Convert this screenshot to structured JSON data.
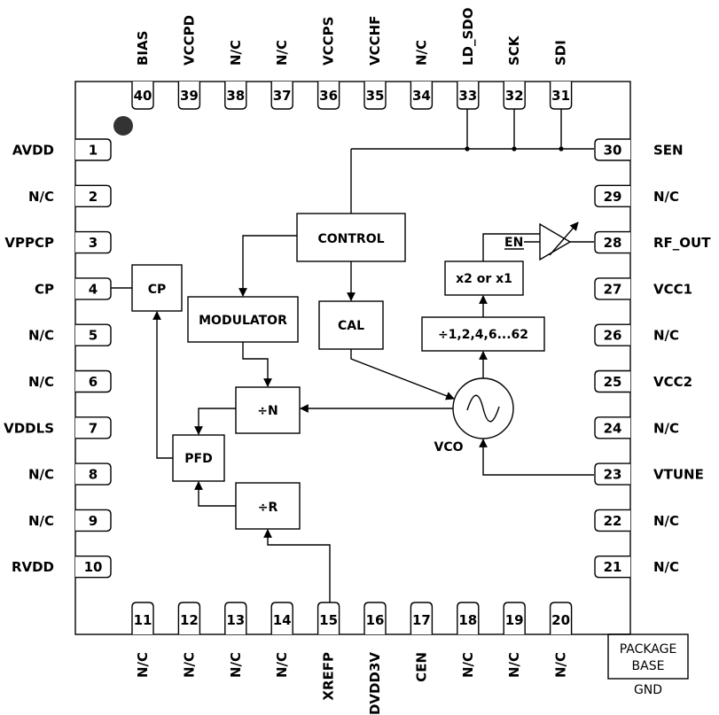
{
  "colors": {
    "line": "#000000",
    "background": "#ffffff",
    "pin1_dot": "#333333"
  },
  "pins": {
    "left": [
      {
        "num": "1",
        "label": "AVDD"
      },
      {
        "num": "2",
        "label": "N/C"
      },
      {
        "num": "3",
        "label": "VPPCP"
      },
      {
        "num": "4",
        "label": "CP"
      },
      {
        "num": "5",
        "label": "N/C"
      },
      {
        "num": "6",
        "label": "N/C"
      },
      {
        "num": "7",
        "label": "VDDLS"
      },
      {
        "num": "8",
        "label": "N/C"
      },
      {
        "num": "9",
        "label": "N/C"
      },
      {
        "num": "10",
        "label": "RVDD"
      }
    ],
    "bottom": [
      {
        "num": "11",
        "label": "N/C"
      },
      {
        "num": "12",
        "label": "N/C"
      },
      {
        "num": "13",
        "label": "N/C"
      },
      {
        "num": "14",
        "label": "N/C"
      },
      {
        "num": "15",
        "label": "XREFP"
      },
      {
        "num": "16",
        "label": "DVDD3V"
      },
      {
        "num": "17",
        "label": "CEN"
      },
      {
        "num": "18",
        "label": "N/C"
      },
      {
        "num": "19",
        "label": "N/C"
      },
      {
        "num": "20",
        "label": "N/C"
      }
    ],
    "right": [
      {
        "num": "30",
        "label": "SEN"
      },
      {
        "num": "29",
        "label": "N/C"
      },
      {
        "num": "28",
        "label": "RF_OUT"
      },
      {
        "num": "27",
        "label": "VCC1"
      },
      {
        "num": "26",
        "label": "N/C"
      },
      {
        "num": "25",
        "label": "VCC2"
      },
      {
        "num": "24",
        "label": "N/C"
      },
      {
        "num": "23",
        "label": "VTUNE"
      },
      {
        "num": "22",
        "label": "N/C"
      },
      {
        "num": "21",
        "label": "N/C"
      }
    ],
    "top": [
      {
        "num": "40",
        "label": "BIAS"
      },
      {
        "num": "39",
        "label": "VCCPD"
      },
      {
        "num": "38",
        "label": "N/C"
      },
      {
        "num": "37",
        "label": "N/C"
      },
      {
        "num": "36",
        "label": "VCCPS"
      },
      {
        "num": "35",
        "label": "VCCHF"
      },
      {
        "num": "34",
        "label": "N/C"
      },
      {
        "num": "33",
        "label": "LD_SDO"
      },
      {
        "num": "32",
        "label": "SCK"
      },
      {
        "num": "31",
        "label": "SDI"
      }
    ]
  },
  "blocks": {
    "control": "CONTROL",
    "cp": "CP",
    "modulator": "MODULATOR",
    "cal": "CAL",
    "divider_out": "÷1,2,4,6...62",
    "doubler": "x2 or x1",
    "div_n": "÷N",
    "pfd": "PFD",
    "div_r": "÷R",
    "vco": "VCO",
    "enable": "EN"
  },
  "package": {
    "line1": "PACKAGE",
    "line2": "BASE",
    "gnd": "GND"
  }
}
